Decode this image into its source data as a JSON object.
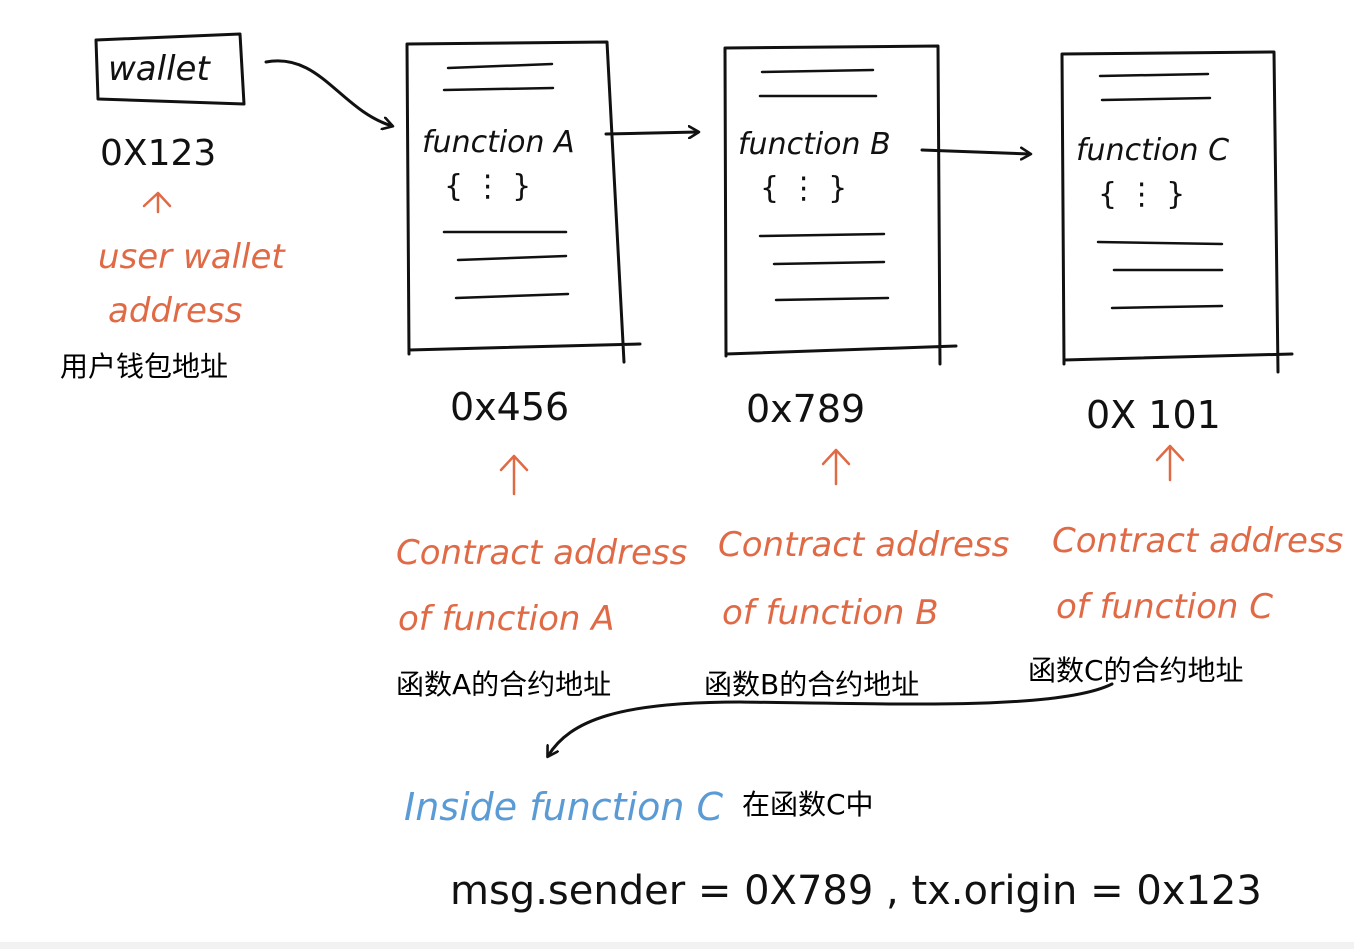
{
  "wallet": {
    "label": "wallet",
    "address": "0X123",
    "note": "user wallet address",
    "note_line1": "user wallet",
    "note_line2": "address",
    "cn_label": "用户钱包地址"
  },
  "contracts": [
    {
      "function_label": "function A",
      "braces": "{ ⋮ }",
      "address": "0x456",
      "note_line1": "Contract address",
      "note_line2": "of function A",
      "cn_label": "函数A的合约地址"
    },
    {
      "function_label": "function B",
      "braces": "{ ⋮ }",
      "address": "0x789",
      "note_line1": "Contract address",
      "note_line2": "of function B",
      "cn_label": "函数B的合约地址"
    },
    {
      "function_label": "function C",
      "braces": "{ ⋮ }",
      "address": "0X 101",
      "note_line1": "Contract address",
      "note_line2": "of function C",
      "cn_label": "函数C的合约地址"
    }
  ],
  "inside": {
    "label": "Inside function C",
    "cn_label": "在函数C中"
  },
  "result": {
    "text": "msg.sender = 0X789 , tx.origin = 0x123"
  },
  "colors": {
    "ink": "#111111",
    "annotation": "#e06a45",
    "highlight": "#5b9bd5"
  }
}
